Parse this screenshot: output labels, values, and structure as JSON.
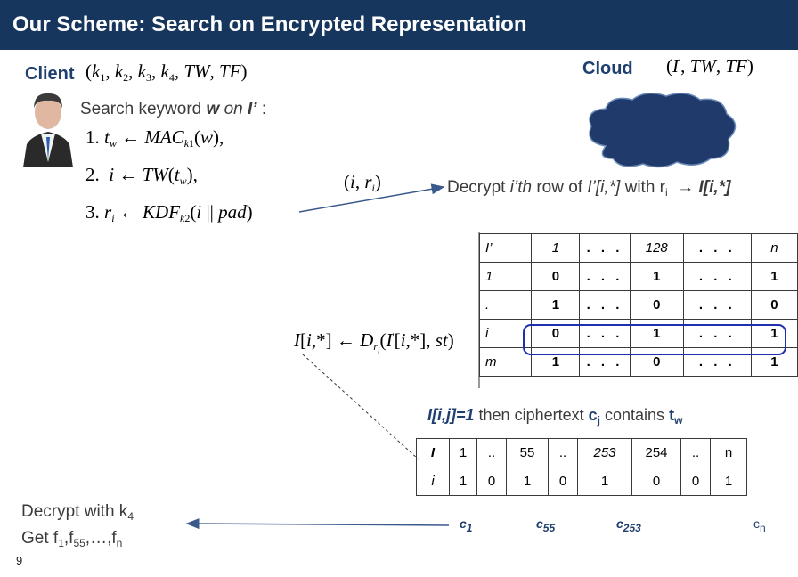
{
  "header": {
    "title": "Our Scheme: Search on Encrypted Representation"
  },
  "client": {
    "label": "Client",
    "keys": "(k1, k2, k3, k4, TW, TF)",
    "search_text_prefix": "Search keyword",
    "search_w": "w",
    "search_on": "on",
    "search_index": "I’",
    "search_colon": ":",
    "step1": "1. tw ← MACk1(w),",
    "step2": "2. i ← TW(tw),",
    "step3": "3. ri ← KDFk2(i || pad)",
    "pair": "(i, ri)"
  },
  "cloud": {
    "label": "Cloud",
    "state": "(I’, TW, TF)"
  },
  "decrypt_row": {
    "prefix": "Decrypt",
    "ith": "i’th",
    "row_of": "row of",
    "ref": "I’[i,*]",
    "with": "with",
    "r": "r",
    "r_sub": "i",
    "arrow": "→",
    "result": "I[i,*]"
  },
  "formula_decrypt": "I[i,*] ← Dri(I’[i,*], st)",
  "index_table": {
    "header": [
      "I’",
      "1",
      ". . .",
      "128",
      ". . .",
      "n"
    ],
    "rows": [
      [
        "1",
        "0",
        ". . .",
        "1",
        ". . .",
        "1"
      ],
      [
        ".",
        "1",
        ". . .",
        "0",
        ". . .",
        "0"
      ],
      [
        "i",
        "0",
        ". . .",
        "1",
        ". . .",
        "1"
      ],
      [
        "m",
        "1",
        ". . .",
        "0",
        ". . .",
        "1"
      ]
    ],
    "highlight_color": "#1f2fb0"
  },
  "condition": {
    "part1": "I[i,j]=1",
    "part2": "then ciphertext",
    "part3": "c",
    "part3_sub": "j",
    "part4": "contains",
    "part5": "t",
    "part5_sub": "w"
  },
  "plain_table": {
    "header": [
      "I",
      "1",
      "..",
      "55",
      "..",
      "253",
      "254",
      "..",
      "n"
    ],
    "row": [
      "i",
      "1",
      "0",
      "1",
      "0",
      "1",
      "0",
      "0",
      "1"
    ]
  },
  "ciphertexts": [
    {
      "c": "c",
      "sub": "1"
    },
    {
      "c": "c",
      "sub": "55"
    },
    {
      "c": "c",
      "sub": "253"
    },
    {
      "c": "c",
      "sub": "n"
    }
  ],
  "result": {
    "line1_prefix": "Decrypt  with k",
    "line1_sub": "4",
    "line2_prefix": "Get f",
    "f1_sub": "1",
    "sep": ",f",
    "f55_sub": "55",
    "dots": ",…,f",
    "fn_sub": "n"
  },
  "page_number": "9",
  "colors": {
    "header_bg": "#17365d",
    "cloud": "#1f3a6b",
    "accent": "#1f3f6e",
    "arrow": "#3a5a8c"
  }
}
